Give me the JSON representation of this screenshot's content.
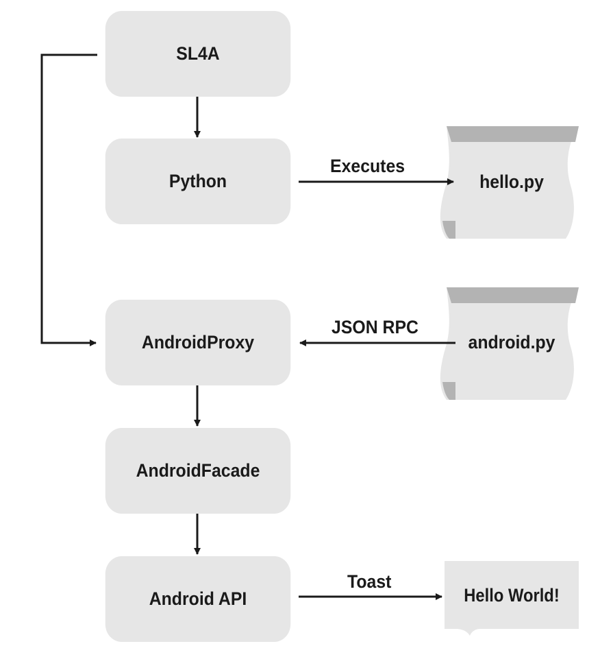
{
  "nodes": {
    "sl4a": "SL4A",
    "python": "Python",
    "android_proxy": "AndroidProxy",
    "android_facade": "AndroidFacade",
    "android_api": "Android API"
  },
  "documents": {
    "hello_py": "hello.py",
    "android_py": "android.py",
    "hello_world": "Hello World!"
  },
  "edges": {
    "executes": "Executes",
    "json_rpc": "JSON RPC",
    "toast": "Toast"
  },
  "colors": {
    "box_fill": "#e6e6e6",
    "doc_fill": "#e6e6e6",
    "doc_shade": "#b3b3b3",
    "line": "#1a1a1a"
  }
}
